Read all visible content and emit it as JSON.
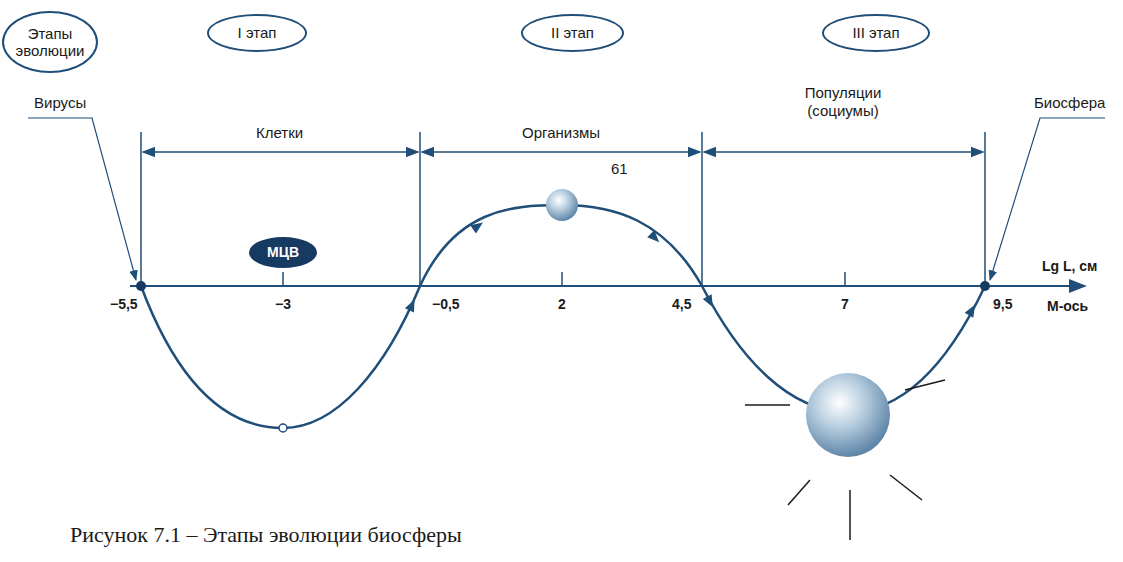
{
  "diagram": {
    "caption": "Рисунок 7.1 – Этапы эволюции биосферы",
    "nodes": [
      {
        "text": [
          "Этапы эволюции"
        ]
      },
      {
        "text": [
          "I этап"
        ]
      },
      {
        "text": [
          "II этап"
        ]
      },
      {
        "text": [
          "III этап"
        ]
      },
      {
        "text": [
          "МЦВ"
        ]
      }
    ],
    "labels": [
      "Клетки",
      "Организмы",
      "Популяции (социумы)",
      "Вирусы",
      "Биосфера",
      "−5,5",
      "−3",
      "−0,5",
      "2",
      "4,5",
      "7",
      "9,5",
      "Lg L, см",
      "М-ось",
      "61"
    ]
  }
}
